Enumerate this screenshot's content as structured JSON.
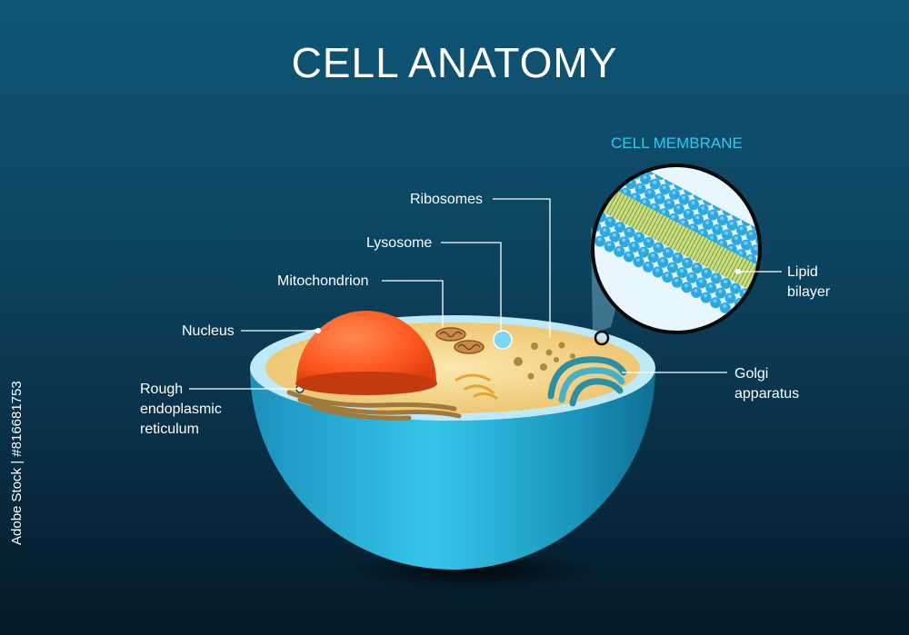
{
  "title": "CELL ANATOMY",
  "membrane_title": "CELL MEMBRANE",
  "labels": {
    "ribosomes": "Ribosomes",
    "lysosome": "Lysosome",
    "mitochondrion": "Mitochondrion",
    "nucleus": "Nucleus",
    "rough_er_line1": "Rough",
    "rough_er_line2": "endoplasmic",
    "rough_er_line3": "reticulum",
    "golgi_line1": "Golgi",
    "golgi_line2": "apparatus",
    "lipid_line1": "Lipid",
    "lipid_line2": "bilayer"
  },
  "stock_id": "Adobe Stock | #816681753",
  "colors": {
    "title": "#ffffff",
    "membrane_title": "#33c7f2",
    "cell_shell": "#2bb5d9",
    "cytoplasm": "#f6d58a",
    "nucleus": "#ff5a1f",
    "lipid_heads": "#2da8e0",
    "lipid_tails": "#b9d36a"
  }
}
